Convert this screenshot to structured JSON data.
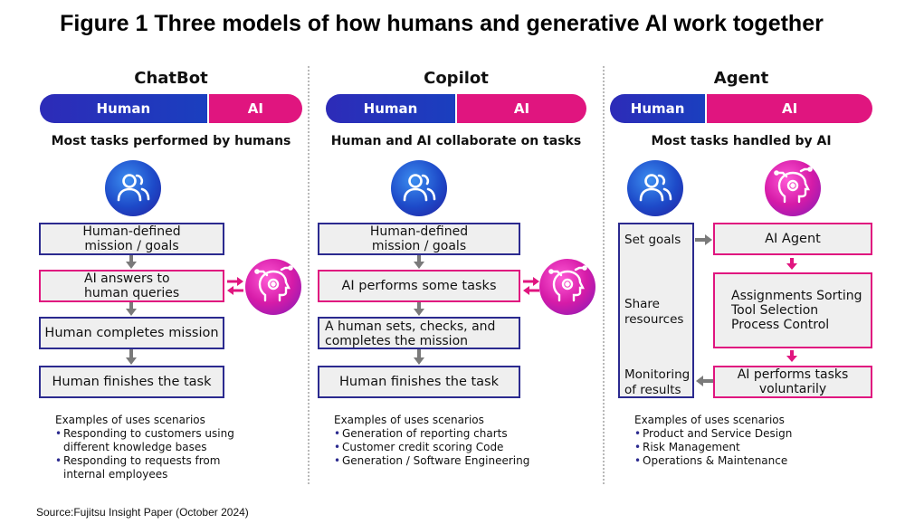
{
  "title": "Figure 1 Three models of how humans and generative AI work together",
  "bar_labels": {
    "human": "Human",
    "ai": "AI"
  },
  "chatbot": {
    "title": "ChatBot",
    "subtitle": "Most tasks performed by humans",
    "steps": [
      "Human-defined\nmission / goals",
      "AI answers to\nhuman queries",
      "Human completes mission",
      "Human finishes the task"
    ],
    "examples_heading": "Examples of uses scenarios",
    "examples": [
      "Responding to customers using\ndifferent knowledge bases",
      "Responding to requests from\ninternal employees"
    ]
  },
  "copilot": {
    "title": "Copilot",
    "subtitle": "Human and AI collaborate on tasks",
    "steps": [
      "Human-defined\nmission / goals",
      "AI performs some tasks",
      "A human sets, checks, and\ncompletes the mission",
      "Human finishes the task"
    ],
    "examples_heading": "Examples of uses scenarios",
    "examples": [
      "Generation of reporting charts",
      "Customer credit scoring Code",
      "Generation / Software Engineering"
    ]
  },
  "agent": {
    "title": "Agent",
    "subtitle": "Most tasks handled by AI",
    "human_steps": [
      "Set goals",
      "Share\nresources",
      "Monitoring\nof results"
    ],
    "ai_steps": [
      "AI Agent",
      "Assignments Sorting\nTool Selection\nProcess Control",
      "AI performs tasks\nvoluntarily"
    ],
    "examples_heading": "Examples of uses scenarios",
    "examples": [
      "Product and Service Design",
      "Risk Management",
      "Operations & Maintenance"
    ]
  },
  "source": "Source:Fujitsu Insight Paper (October 2024)",
  "colors": {
    "human_blue": "#2b2a8f",
    "ai_pink": "#e0157f",
    "box_fill": "#efefef",
    "arrow_gray": "#7a7a7a"
  },
  "icons": {
    "human": "people-icon",
    "ai": "ai-head-icon"
  }
}
